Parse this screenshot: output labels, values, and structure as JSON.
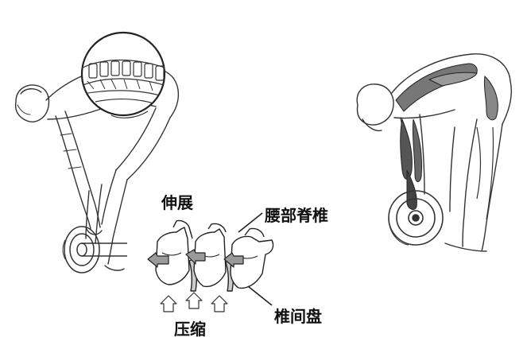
{
  "labels": {
    "extension": "伸展",
    "lumbar_spine": "腰部脊椎",
    "intervertebral_disc": "椎间盘",
    "compression": "压缩"
  },
  "colors": {
    "line": "#222222",
    "arrow_fill": "#9a9a9a",
    "muscle_shade": "#555555",
    "background": "#ffffff"
  }
}
